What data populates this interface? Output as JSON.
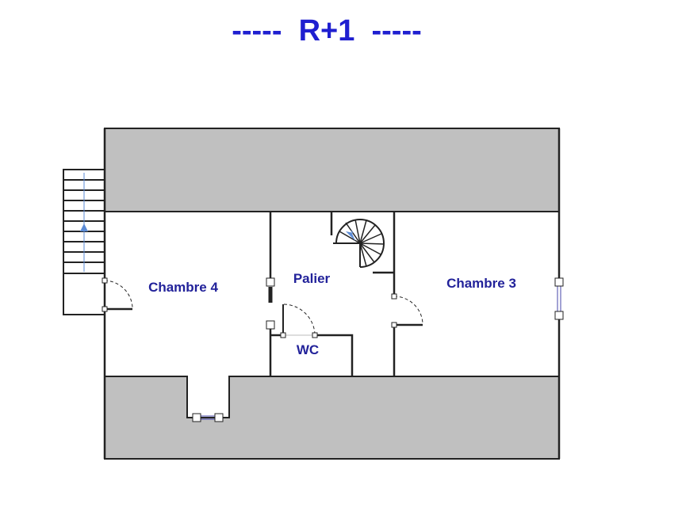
{
  "title": "-----  R+1  -----",
  "rooms": {
    "chambre4": "Chambre 4",
    "palier": "Palier",
    "chambre3": "Chambre 3",
    "wc": "WC"
  },
  "colors": {
    "title": "#1f1fd0",
    "label": "#22229a",
    "roof": "#c0c0c0",
    "wall": "#222222",
    "stair_arrow": "#5b8bd6"
  }
}
